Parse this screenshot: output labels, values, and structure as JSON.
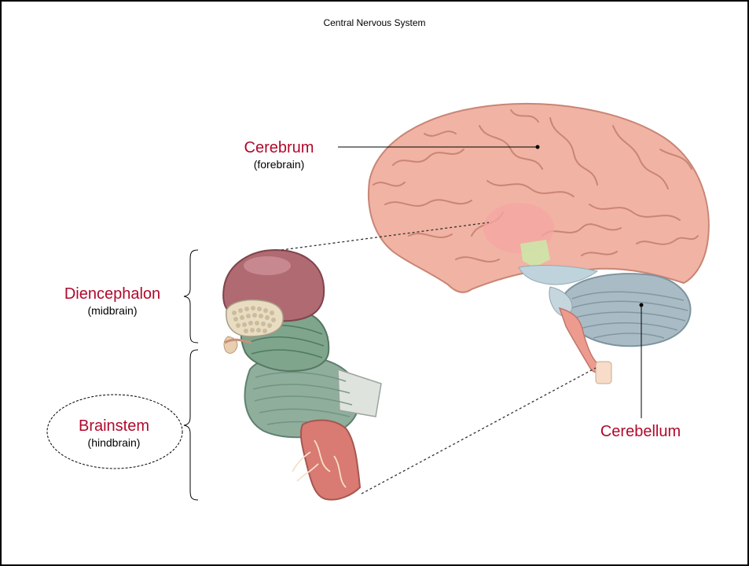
{
  "title": "Central Nervous System",
  "labels": {
    "cerebrum": {
      "name": "Cerebrum",
      "sub": "(forebrain)"
    },
    "diencephalon": {
      "name": "Diencephalon",
      "sub": "(midbrain)"
    },
    "brainstem": {
      "name": "Brainstem",
      "sub": "(hindbrain)"
    },
    "cerebellum": {
      "name": "Cerebellum"
    }
  },
  "colors": {
    "label_accent": "#b0092b",
    "cortex": "#f1b3a3",
    "cerebellum": "#a9bcc6",
    "brainstem": "#89a999",
    "thalamus": "#b06a72"
  }
}
